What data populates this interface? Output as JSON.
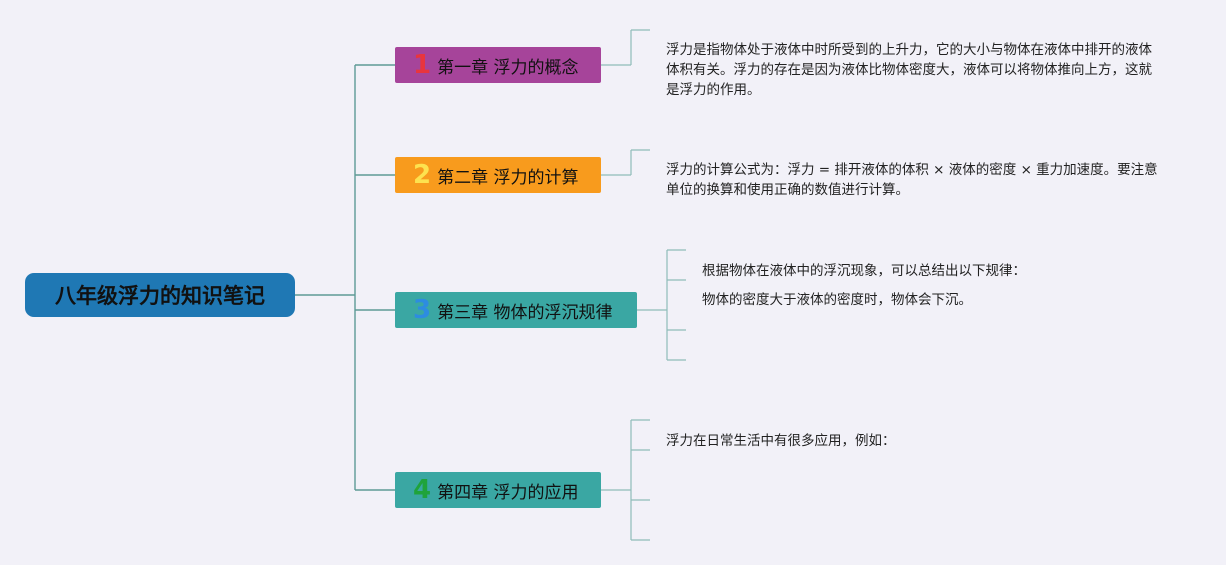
{
  "root": {
    "title": "八年级浮力的知识笔记"
  },
  "chapters": [
    {
      "number": "1",
      "title": "第一章 浮力的概念",
      "notes": [
        "浮力是指物体处于液体中时所受到的上升力，它的大小与物体在液体中排开的液体体积有关。浮力的存在是因为液体比物体密度大，液体可以将物体推向上方，这就是浮力的作用。"
      ]
    },
    {
      "number": "2",
      "title": "第二章 浮力的计算",
      "notes": [
        "浮力的计算公式为：浮力 = 排开液体的体积 × 液体的密度 × 重力加速度。要注意单位的换算和使用正确的数值进行计算。"
      ]
    },
    {
      "number": "3",
      "title": "第三章 物体的浮沉规律",
      "notes": [
        "根据物体在液体中的浮沉现象，可以总结出以下规律：",
        "物体的密度大于液体的密度时，物体会下沉。"
      ]
    },
    {
      "number": "4",
      "title": "第四章 浮力的应用",
      "notes": [
        "浮力在日常生活中有很多应用，例如："
      ]
    }
  ],
  "colors": {
    "line": "#5e9a96",
    "background": "#f2f1f8"
  }
}
